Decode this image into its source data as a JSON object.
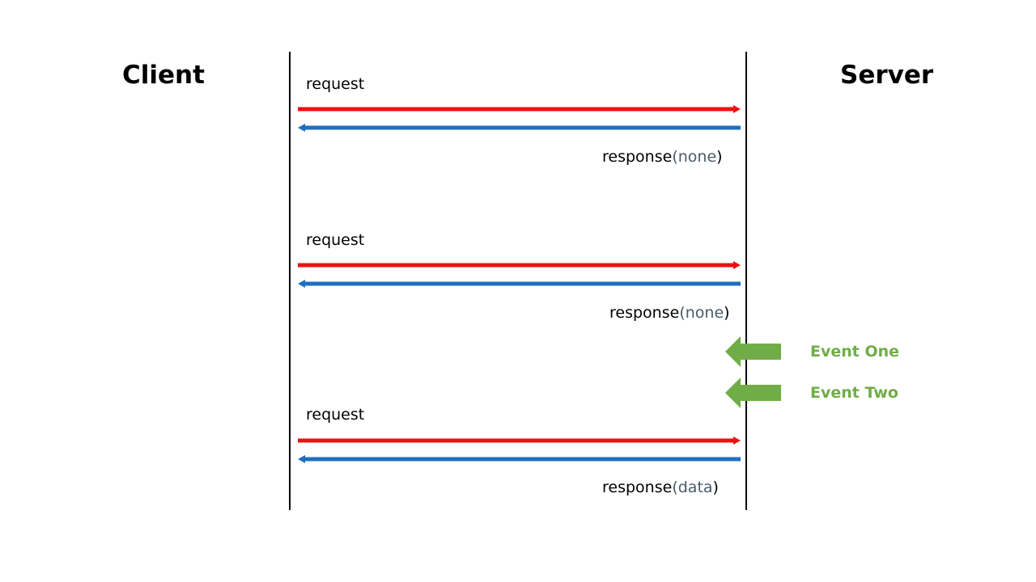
{
  "actors": {
    "client": "Client",
    "server": "Server"
  },
  "exchanges": [
    {
      "request_label": "request",
      "response_word": "response",
      "response_open": "(",
      "response_payload": "none",
      "response_close": ")"
    },
    {
      "request_label": "request",
      "response_word": "response",
      "response_open": "(",
      "response_payload": "none",
      "response_close": ")"
    },
    {
      "request_label": "request",
      "response_word": "response",
      "response_open": "(",
      "response_payload": "data",
      "response_close": ")"
    }
  ],
  "events": [
    {
      "label": "Event One"
    },
    {
      "label": "Event Two"
    }
  ],
  "colors": {
    "request_arrow": "#ee1111",
    "response_arrow": "#1f6fbf",
    "event": "#70ad47",
    "lifeline": "#000000"
  }
}
